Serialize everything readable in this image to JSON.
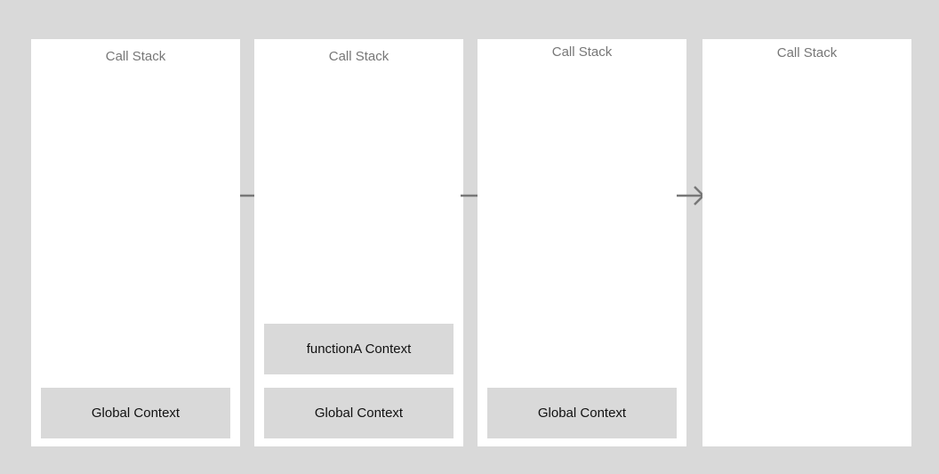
{
  "panels": [
    {
      "title": "Call Stack",
      "frames": [
        "Global Context"
      ]
    },
    {
      "title": "Call Stack",
      "frames": [
        "functionA Context",
        "Global Context"
      ]
    },
    {
      "title": "Call Stack",
      "frames": [
        "Global Context"
      ]
    },
    {
      "title": "Call Stack",
      "frames": []
    }
  ],
  "colors": {
    "background": "#d9d9d9",
    "panel": "#ffffff",
    "frame": "#d9d9d9",
    "arrow": "#777777",
    "title_text": "#777777"
  },
  "icons": {
    "transition": "arrow-right-icon"
  }
}
